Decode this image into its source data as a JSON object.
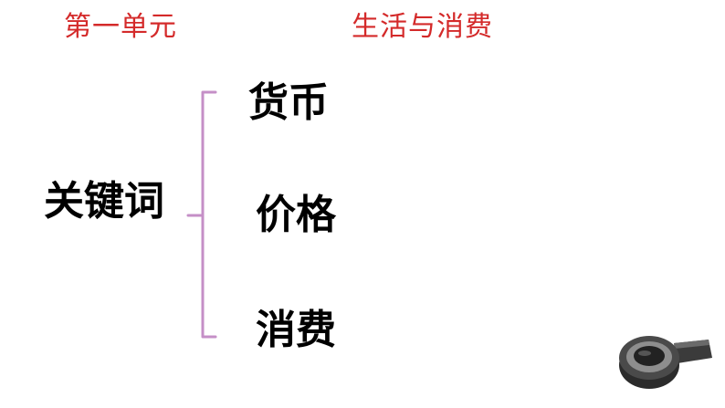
{
  "header": {
    "unit": "第一单元",
    "topic": "生活与消费"
  },
  "mindmap": {
    "root": "关键词",
    "items": [
      "货币",
      "价格",
      "消费"
    ]
  },
  "colors": {
    "header_text": "#d42a2a",
    "brace": "#c58fc7",
    "body_text": "#000000"
  },
  "icons": {
    "decor": "tape-roll-icon"
  }
}
